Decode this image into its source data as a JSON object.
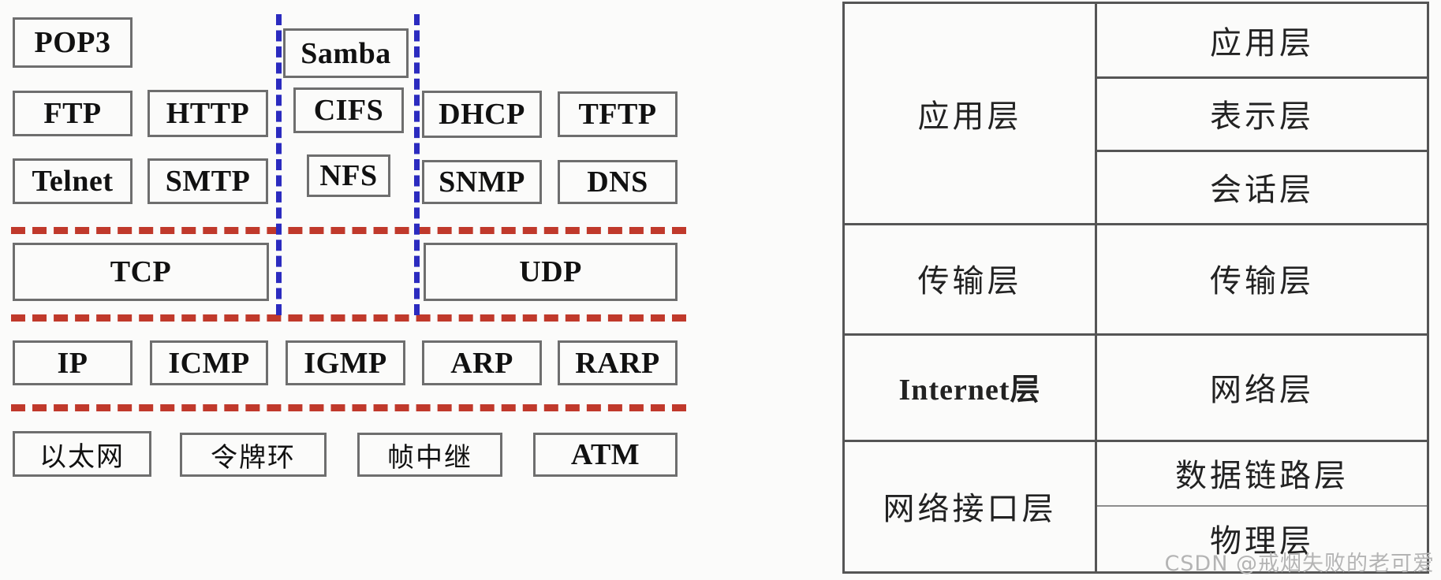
{
  "diagram": {
    "title": "TCP/IP protocol stack versus OSI model",
    "colors": {
      "box_border": "#6e6e6e",
      "layer_separator_red": "#c0392b",
      "column_separator_blue": "#2b2bbf",
      "table_border": "#555555",
      "background": "#fbfbfa",
      "text": "#111111",
      "watermark": "#b4b4b4"
    }
  },
  "tcpip_stack": {
    "application_layer": {
      "rows": [
        {
          "boxes": [
            "POP3",
            "Samba"
          ]
        },
        {
          "boxes": [
            "FTP",
            "HTTP",
            "CIFS",
            "DHCP",
            "TFTP"
          ]
        },
        {
          "boxes": [
            "Telnet",
            "SMTP",
            "NFS",
            "SNMP",
            "DNS"
          ]
        }
      ]
    },
    "transport_layer": {
      "boxes": [
        "TCP",
        "UDP"
      ]
    },
    "internet_layer": {
      "boxes": [
        "IP",
        "ICMP",
        "IGMP",
        "ARP",
        "RARP"
      ]
    },
    "network_interface_layer": {
      "boxes": [
        "以太网",
        "令牌环",
        "帧中继",
        "ATM"
      ]
    }
  },
  "osi_table": {
    "left_column": [
      {
        "label": "应用层",
        "script": "cjk"
      },
      {
        "label": "传输层",
        "script": "cjk"
      },
      {
        "label": "Internet层",
        "script": "latin"
      },
      {
        "label": "网络接口层",
        "script": "cjk"
      }
    ],
    "right_column": [
      {
        "label": "应用层",
        "script": "cjk"
      },
      {
        "label": "表示层",
        "script": "cjk"
      },
      {
        "label": "会话层",
        "script": "cjk"
      },
      {
        "label": "传输层",
        "script": "cjk"
      },
      {
        "label": "网络层",
        "script": "cjk"
      },
      {
        "label": "数据链路层",
        "script": "cjk"
      },
      {
        "label": "物理层",
        "script": "cjk"
      }
    ]
  },
  "watermark": {
    "text": "CSDN @戒烟失败的老可爱"
  }
}
